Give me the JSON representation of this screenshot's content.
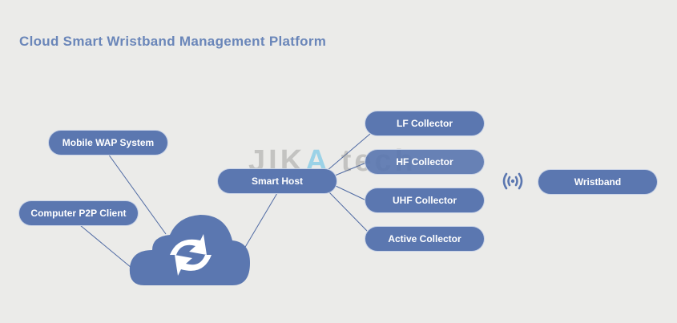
{
  "title": "Cloud Smart Wristband Management Platform",
  "watermark": {
    "part1": "JIK",
    "part2": "A",
    "part3": " tech"
  },
  "nodes": {
    "mobile": "Mobile WAP System",
    "computer": "Computer P2P Client",
    "host": "Smart Host",
    "lf": "LF  Collector",
    "hf": "HF  Collector",
    "uhf": "UHF  Collector",
    "active": "Active Collector",
    "wristband": "Wristband"
  },
  "icons": {
    "cloud": "cloud-sync-icon",
    "signal": "wireless-signal-icon"
  },
  "colors": {
    "node": "#5b77b0",
    "title": "#6a86b9",
    "background": "#ebebe9"
  }
}
